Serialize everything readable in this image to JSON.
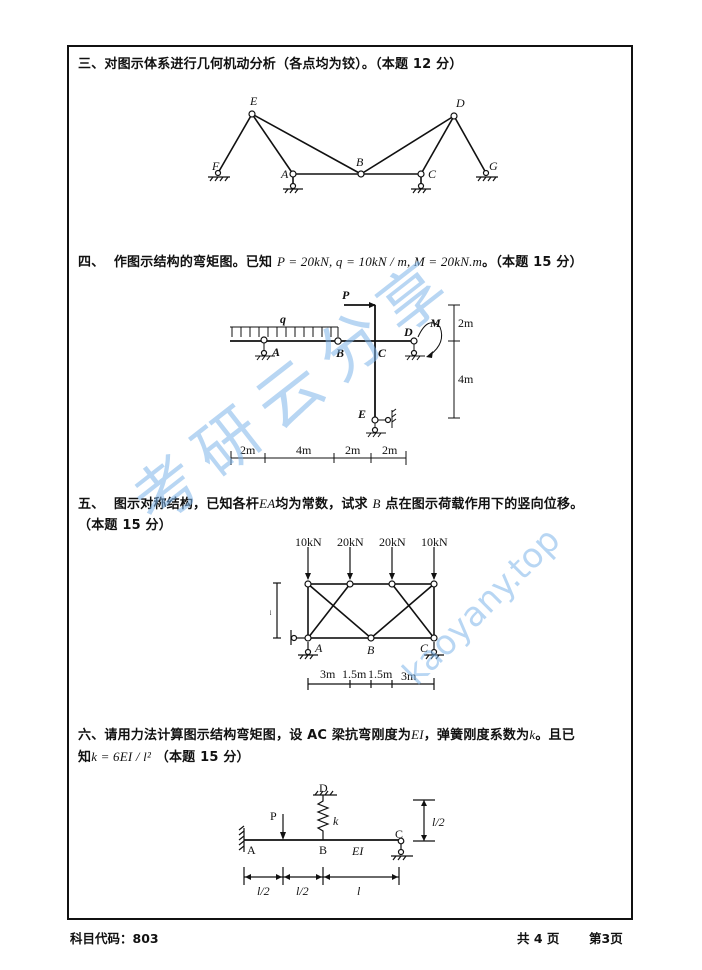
{
  "page": {
    "footer": {
      "subject_code": "科目代码：803",
      "total_pages": "共 4 页",
      "current_page": "第3页"
    }
  },
  "questions": [
    {
      "number": "三、",
      "text": "对图示体系进行几何机动分析（各点均为铰）。（本题 12 分）",
      "figure": {
        "labels": [
          "E",
          "D",
          "F",
          "A",
          "B",
          "C",
          "G"
        ]
      }
    },
    {
      "number": "四、",
      "text_prefix": "作图示结构的弯矩图。已知",
      "formula": "P = 20kN, q = 10kN / m, M = 20kN.m",
      "text_suffix": "。（本题 15 分）",
      "figure": {
        "labels": {
          "P": "P",
          "q": "q",
          "A": "A",
          "B": "B",
          "C": "C",
          "D": "D",
          "E": "E",
          "M": "M"
        },
        "dims_h": [
          "2m",
          "4m",
          "2m",
          "2m"
        ],
        "dims_v": [
          "2m",
          "4m"
        ]
      }
    },
    {
      "number": "五、",
      "text_prefix": "图示对称结构，已知各杆",
      "ea": "EA",
      "text_mid": "均为常数，试求",
      "b": "B",
      "text_suffix": "点在图示荷载作用下的竖向位移。",
      "text_line2": "（本题 15 分）",
      "figure": {
        "loads": [
          "10kN",
          "20kN",
          "20kN",
          "10kN"
        ],
        "labels": {
          "A": "A",
          "B": "B",
          "C": "C"
        },
        "height": "4m",
        "dims_h": [
          "3m",
          "1.5m",
          "1.5m",
          "3m"
        ]
      }
    },
    {
      "number": "六、",
      "text_prefix": "请用力法计算图示结构弯矩图，设 AC 梁抗弯刚度为",
      "ei": "EI",
      "text_mid": "，弹簧刚度系数为",
      "k": "k",
      "text_suffix": "。且已",
      "line2_prefix": "知",
      "formula": "k = 6EI / l²",
      "line2_suffix": "（本题 15 分）",
      "figure": {
        "labels": {
          "P": "P",
          "D": "D",
          "k": "k",
          "A": "A",
          "B": "B",
          "C": "C",
          "EI": "EI"
        },
        "dim_v": "l/2",
        "dims_h": [
          "l/2",
          "l/2",
          "l"
        ]
      }
    }
  ],
  "watermark": {
    "cn": "考研云分享",
    "url": "kaoyany.top",
    "color": "#7fb6ea"
  }
}
